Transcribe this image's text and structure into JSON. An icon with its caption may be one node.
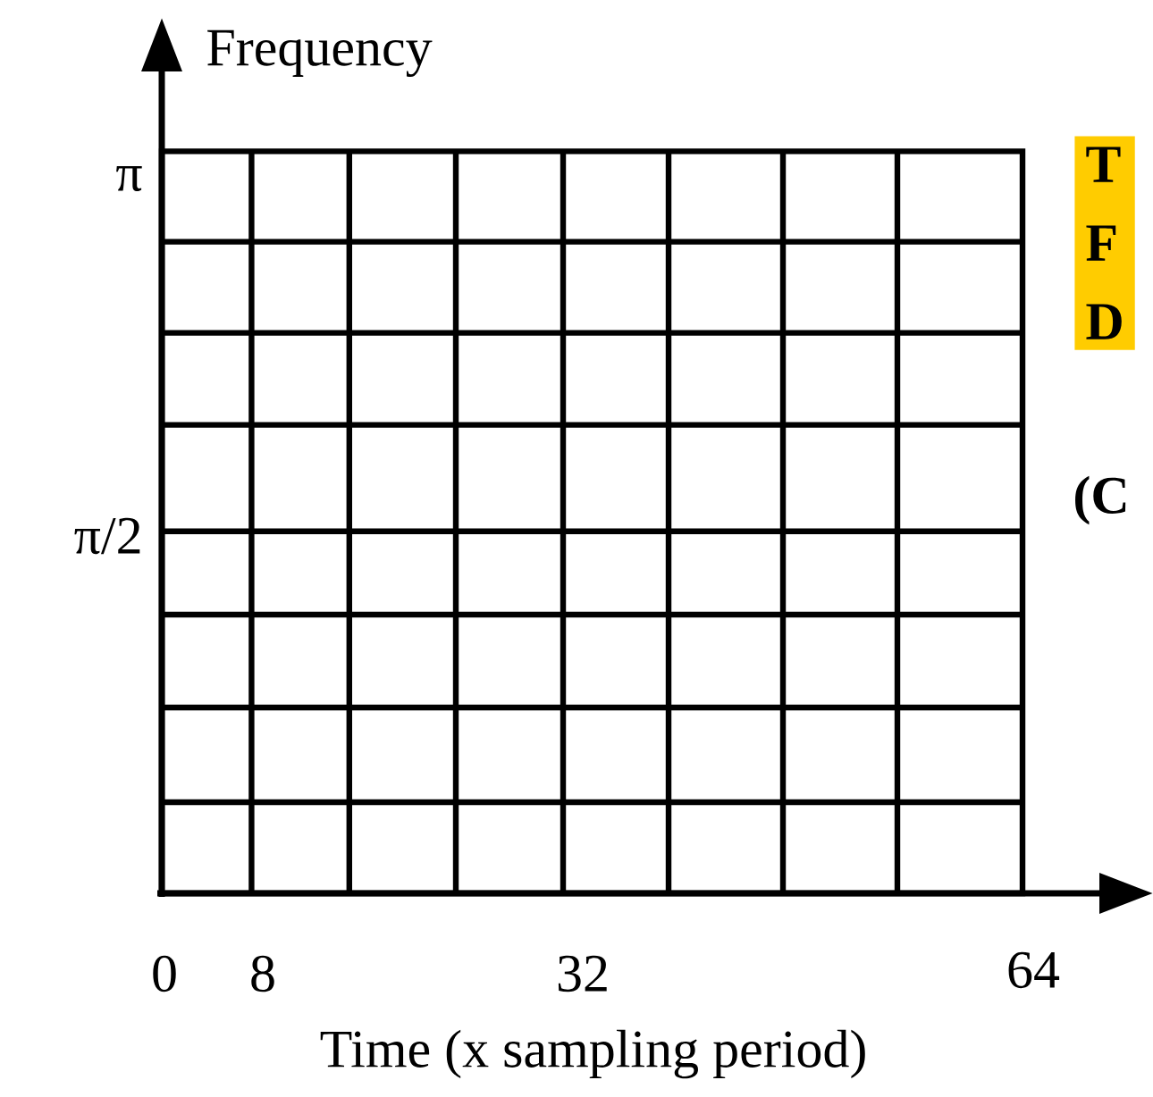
{
  "diagram": {
    "nodes": [
      {
        "text": [
          "T",
          "F",
          "D"
        ]
      }
    ],
    "labels": [
      "Frequency",
      "π",
      "π/2",
      "(C",
      "0",
      "8",
      "32",
      "64",
      "Time (x sampling period)"
    ]
  }
}
